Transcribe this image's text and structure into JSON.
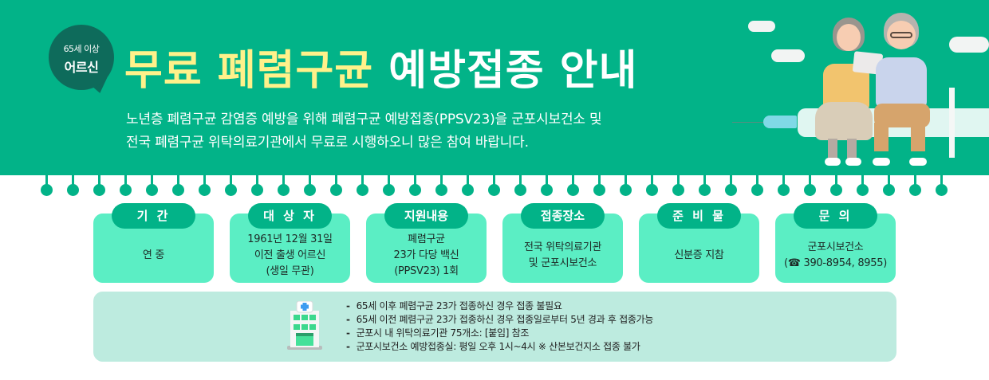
{
  "header": {
    "badge_small": "65세 이상",
    "badge_big": "어르신",
    "title_highlight": "무료 폐렴구균",
    "title_rest": "예방접종 안내",
    "description_line1": "노년층 폐렴구균 감염증 예방을 위해 폐렴구균 예방접종(PPSV23)을 군포시보건소 및",
    "description_line2": "전국 폐렴구균 위탁의료기관에서 무료로 시행하오니 많은 참여 바랍니다."
  },
  "colors": {
    "banner_green": "#02b388",
    "title_yellow": "#fff18a",
    "bubble_dark": "#0e6b5b",
    "card_mint": "#5beec4",
    "notes_bg": "#bdebdf"
  },
  "illustration": {
    "description": "elderly-couple-sitting-on-syringe"
  },
  "rail": {
    "dot_count": 35
  },
  "cards": [
    {
      "label": "기 간",
      "content": "연 중"
    },
    {
      "label": "대 상 자",
      "content": "1961년 12월 31일\n이전 출생 어르신\n(생일 무관)"
    },
    {
      "label": "지원내용",
      "content": "폐렴구균\n23가 다당 백신\n(PPSV23) 1회"
    },
    {
      "label": "접종장소",
      "content": "전국 위탁의료기관\n및 군포시보건소"
    },
    {
      "label": "준 비 물",
      "content": "신분증 지참"
    },
    {
      "label": "문 의",
      "content": "군포시보건소\n(☎ 390-8954, 8955)"
    }
  ],
  "notes": {
    "icon": "hospital-icon",
    "items": [
      "65세 이후 폐렴구균 23가 접종하신 경우 접종 불필요",
      "65세 이전 폐렴구균 23가 접종하신 경우 접종일로부터 5년 경과 후 접종가능",
      "군포시 내 위탁의료기관 75개소: [붙임] 참조",
      "군포시보건소 예방접종실: 평일 오후 1시~4시 ※ 산본보건지소 접종 불가"
    ]
  }
}
